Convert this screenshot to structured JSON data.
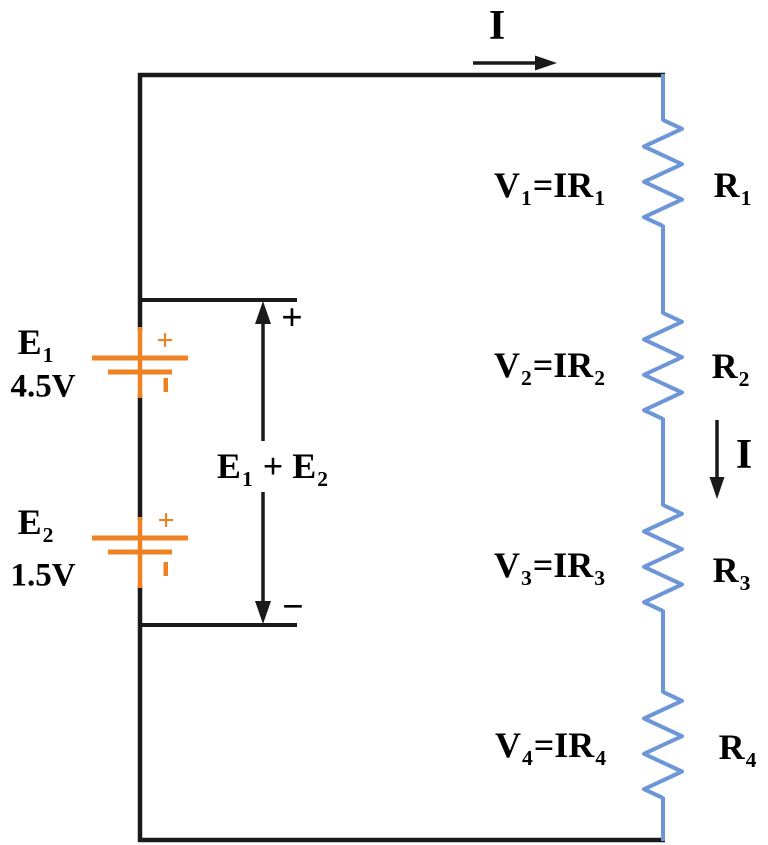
{
  "colors": {
    "wire_black": "#1a1a1a",
    "battery_orange": "#EE8222",
    "resistor_blue": "#6C96D8",
    "text_black": "#000000"
  },
  "current": {
    "top_label": "I",
    "middle_label": "I"
  },
  "batteries": [
    {
      "label_base": "E",
      "label_sub": "1",
      "voltage": "4.5V",
      "positive_sign": "+",
      "negative_marker_icon": "short-vertical-dash"
    },
    {
      "label_base": "E",
      "label_sub": "2",
      "voltage": "1.5V",
      "positive_sign": "+",
      "negative_marker_icon": "short-vertical-dash"
    }
  ],
  "emf_bracket": {
    "plus_terminal": "+",
    "minus_terminal": "−",
    "label_e1": "E",
    "label_e1_sub": "1",
    "label_plus": " + ",
    "label_e2": "E",
    "label_e2_sub": "2"
  },
  "resistors": [
    {
      "eq_v": "V",
      "eq_v_sub": "1",
      "eq_mid": "=IR",
      "eq_mid_sub": "1",
      "name": "R",
      "name_sub": "1"
    },
    {
      "eq_v": "V",
      "eq_v_sub": "2",
      "eq_mid": "=IR",
      "eq_mid_sub": "2",
      "name": "R",
      "name_sub": "2"
    },
    {
      "eq_v": "V",
      "eq_v_sub": "3",
      "eq_mid": "=IR",
      "eq_mid_sub": "3",
      "name": "R",
      "name_sub": "3"
    },
    {
      "eq_v": "V",
      "eq_v_sub": "4",
      "eq_mid": "=IR",
      "eq_mid_sub": "4",
      "name": "R",
      "name_sub": "4"
    }
  ]
}
